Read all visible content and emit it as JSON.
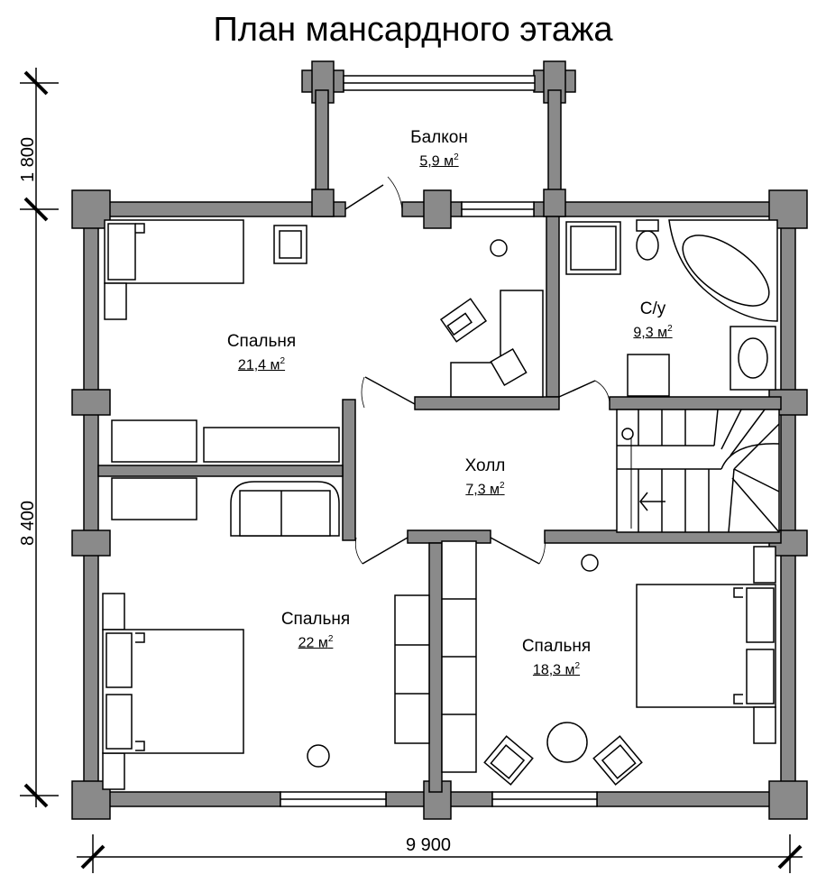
{
  "title": "План мансардного этажа",
  "rooms": {
    "balcony": {
      "name": "Балкон",
      "area": "5,9 м",
      "unit_sup": "2"
    },
    "bedroom_top": {
      "name": "Спальня",
      "area": "21,4 м",
      "unit_sup": "2"
    },
    "bathroom": {
      "name": "С/у",
      "area": "9,3 м",
      "unit_sup": "2"
    },
    "hall": {
      "name": "Холл",
      "area": "7,3 м",
      "unit_sup": "2"
    },
    "bedroom_left": {
      "name": "Спальня",
      "area": "22 м",
      "unit_sup": "2"
    },
    "bedroom_right": {
      "name": "Спальня",
      "area": "18,3 м",
      "unit_sup": "2"
    }
  },
  "dimensions": {
    "balcony_depth": "1 800",
    "house_depth": "8 400",
    "house_width": "9 900"
  },
  "colors": {
    "wall": "#8a8a8a",
    "line": "#000000",
    "background": "#ffffff"
  }
}
